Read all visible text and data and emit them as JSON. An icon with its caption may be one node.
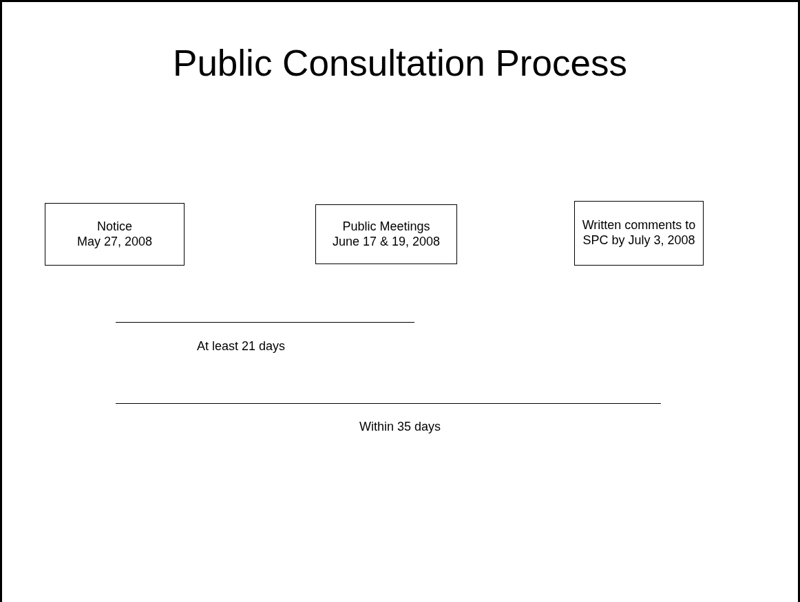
{
  "diagram": {
    "title": "Public Consultation Process",
    "nodes": [
      {
        "text": [
          "Notice",
          "May 27, 2008"
        ]
      },
      {
        "text": [
          "Public Meetings",
          "June 17 & 19, 2008"
        ]
      },
      {
        "text": [
          "Written comments to SPC by July 3, 2008"
        ]
      }
    ],
    "labels": [
      "At least 21 days",
      "Within 35 days"
    ]
  }
}
